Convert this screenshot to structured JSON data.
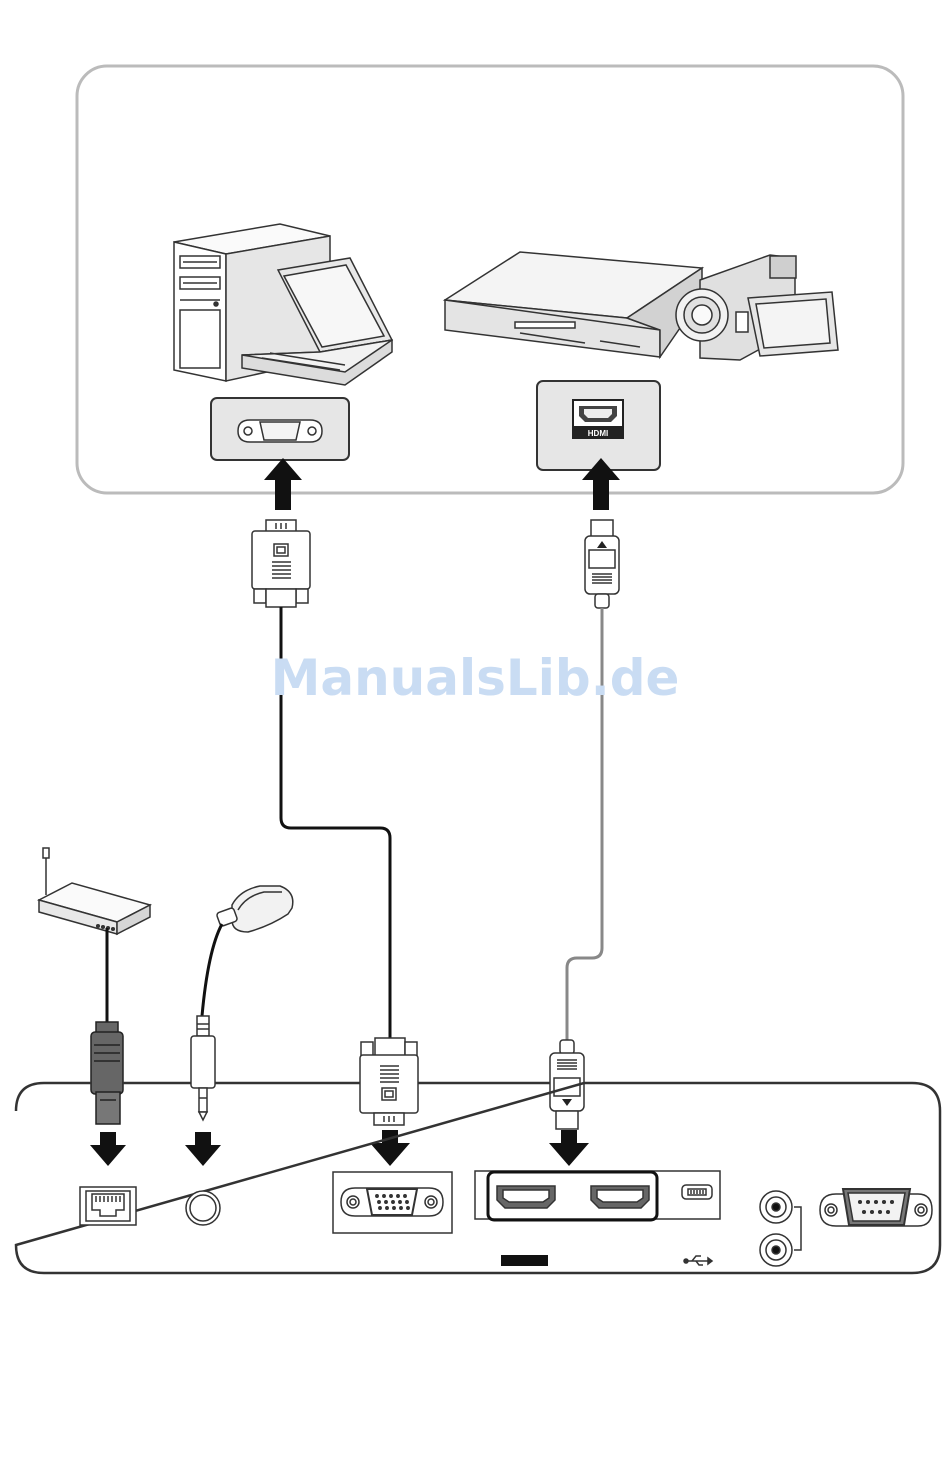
{
  "watermark": {
    "text": "ManualsLib.de",
    "color": "#c9dcf3"
  },
  "sources": {
    "computer_group": [
      "desktop-pc",
      "laptop"
    ],
    "video_group": [
      "media-player",
      "camcorder"
    ],
    "computer_port": "vga-port",
    "video_port": {
      "label": "HDMI"
    }
  },
  "peripherals": [
    "wireless-router",
    "ir-receiver"
  ],
  "projector_panel": {
    "ports": [
      "rj45-lan-port",
      "audio-jack",
      "vga-in-port",
      "hdmi-1-port",
      "hdmi-2-port",
      "mini-usb-port",
      "rca-audio-ports",
      "rs232-port"
    ]
  },
  "colors": {
    "outline": "#333333",
    "box_border": "#bbbbbb",
    "port_bg": "#e6e6e6",
    "arrow": "#111111",
    "hdmi_cable": "#888888"
  }
}
